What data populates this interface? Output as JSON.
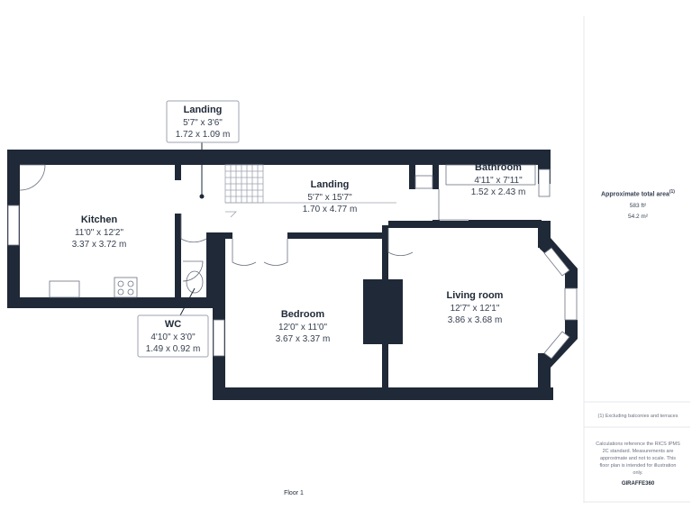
{
  "floor_label": "Floor 1",
  "summary": {
    "title": "Approximate total area",
    "title_note": "(1)",
    "area_sqft": "583 ft²",
    "area_sqm": "54.2 m²",
    "footnote": "(1) Excluding balconies and terraces",
    "disclaimer": "Calculations reference the RICS IPMS 2C standard. Measurements are approximate and not to scale. This floor plan is intended for illustration only.",
    "brand": "GIRAFFE360"
  },
  "rooms": {
    "landing_callout": {
      "name": "Landing",
      "imperial": "5'7\" x 3'6\"",
      "metric": "1.72 x 1.09 m"
    },
    "landing": {
      "name": "Landing",
      "imperial": "5'7\" x 15'7\"",
      "metric": "1.70 x 4.77 m"
    },
    "bathroom": {
      "name": "Bathroom",
      "imperial": "4'11\" x 7'11\"",
      "metric": "1.52 x 2.43 m"
    },
    "kitchen": {
      "name": "Kitchen",
      "imperial": "11'0\" x 12'2\"",
      "metric": "3.37 x 3.72 m"
    },
    "wc": {
      "name": "WC",
      "imperial": "4'10\" x 3'0\"",
      "metric": "1.49 x 0.92 m"
    },
    "bedroom": {
      "name": "Bedroom",
      "imperial": "12'0\" x 11'0\"",
      "metric": "3.67 x 3.37 m"
    },
    "living_room": {
      "name": "Living room",
      "imperial": "12'7\" x 12'1\"",
      "metric": "3.86 x 3.68 m"
    }
  },
  "colors": {
    "wall": "#1f2937",
    "line": "#9ca3af",
    "fixture": "#6b7280"
  }
}
